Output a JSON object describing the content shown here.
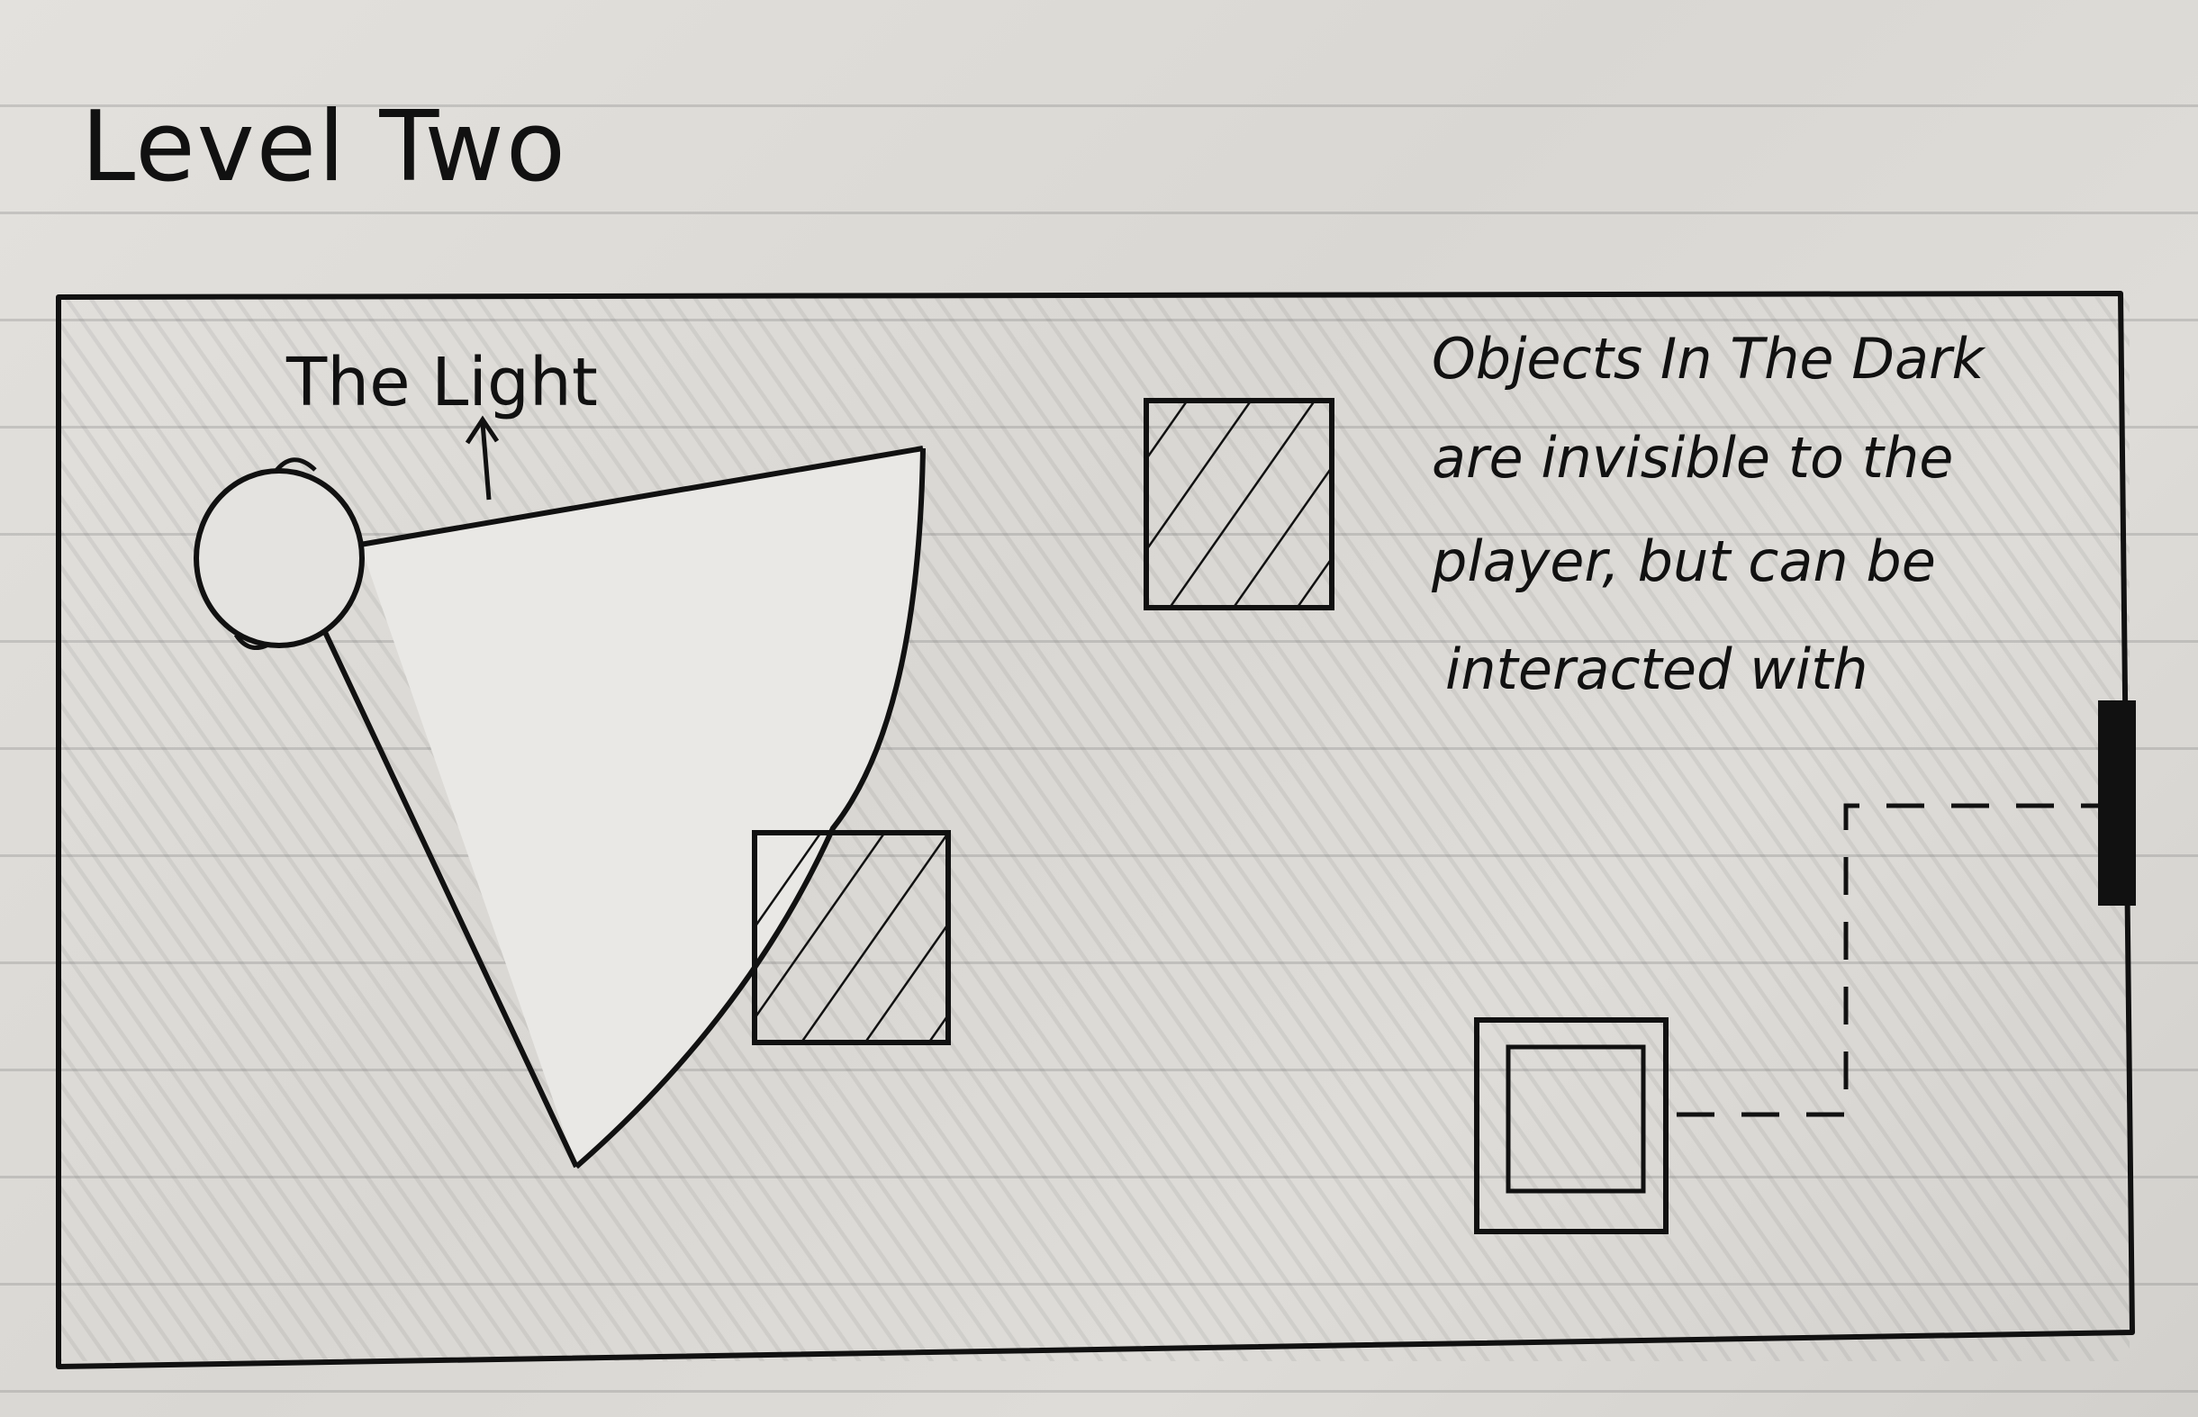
{
  "title": "Level Two",
  "light_label": "The Light",
  "note_lines": [
    "Objects In The Dark",
    "are invisible to the",
    "player, but can be",
    "interacted with"
  ],
  "ink_color": "#111111",
  "paper_color": "#dedcd8"
}
